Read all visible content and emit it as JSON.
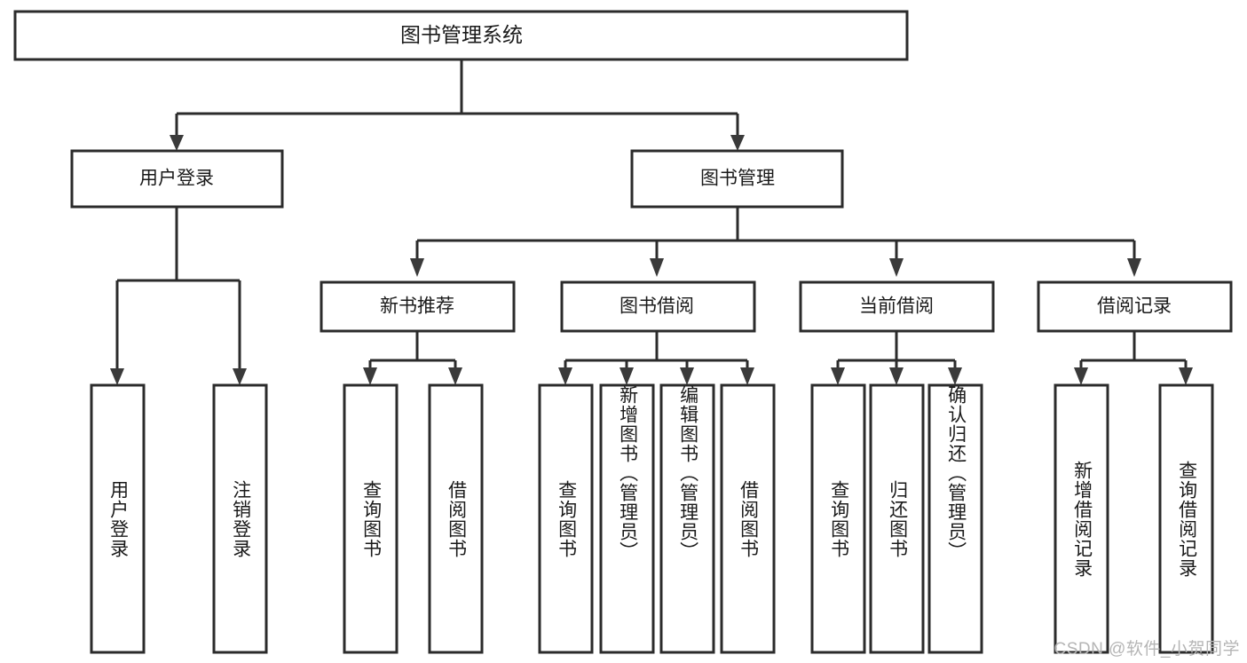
{
  "diagram": {
    "type": "hierarchy-tree",
    "title": "图书管理系统",
    "watermark": "CSDN @软件_小贺同学",
    "colors": {
      "box_fill": "#ffffff",
      "box_stroke": "#2b2b2b",
      "connector": "#2b2b2b",
      "text": "#1a1a1a",
      "watermark": "#b5b5b5",
      "background": "#ffffff"
    },
    "root": {
      "label": "图书管理系统"
    },
    "level2": [
      {
        "label": "用户登录"
      },
      {
        "label": "图书管理"
      }
    ],
    "level3": [
      {
        "label": "新书推荐"
      },
      {
        "label": "图书借阅"
      },
      {
        "label": "当前借阅"
      },
      {
        "label": "借阅记录"
      }
    ],
    "leaves": {
      "user_login": [
        {
          "label": "用户登录"
        },
        {
          "label": "注销登录"
        }
      ],
      "new_book_recommend": [
        {
          "label": "查询图书"
        },
        {
          "label": "借阅图书"
        }
      ],
      "book_borrow": [
        {
          "label": "查询图书"
        },
        {
          "label": "新增图书（管理员）"
        },
        {
          "label": "编辑图书（管理员）"
        },
        {
          "label": "借阅图书"
        }
      ],
      "current_borrow": [
        {
          "label": "查询图书"
        },
        {
          "label": "归还图书"
        },
        {
          "label": "确认归还（管理员）"
        }
      ],
      "borrow_record": [
        {
          "label": "新增借阅记录"
        },
        {
          "label": "查询借阅记录"
        }
      ]
    }
  }
}
